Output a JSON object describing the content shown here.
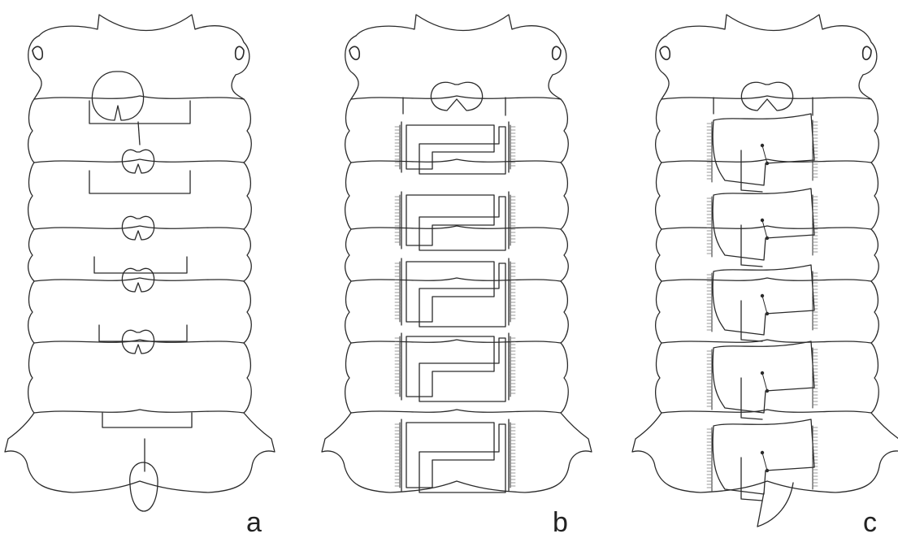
{
  "panels": [
    {
      "label": "a"
    },
    {
      "label": "b"
    },
    {
      "label": "c"
    }
  ],
  "colors": {
    "line": "#2a2a2a",
    "hatch": "#7a7a7a",
    "background": "#ffffff"
  }
}
